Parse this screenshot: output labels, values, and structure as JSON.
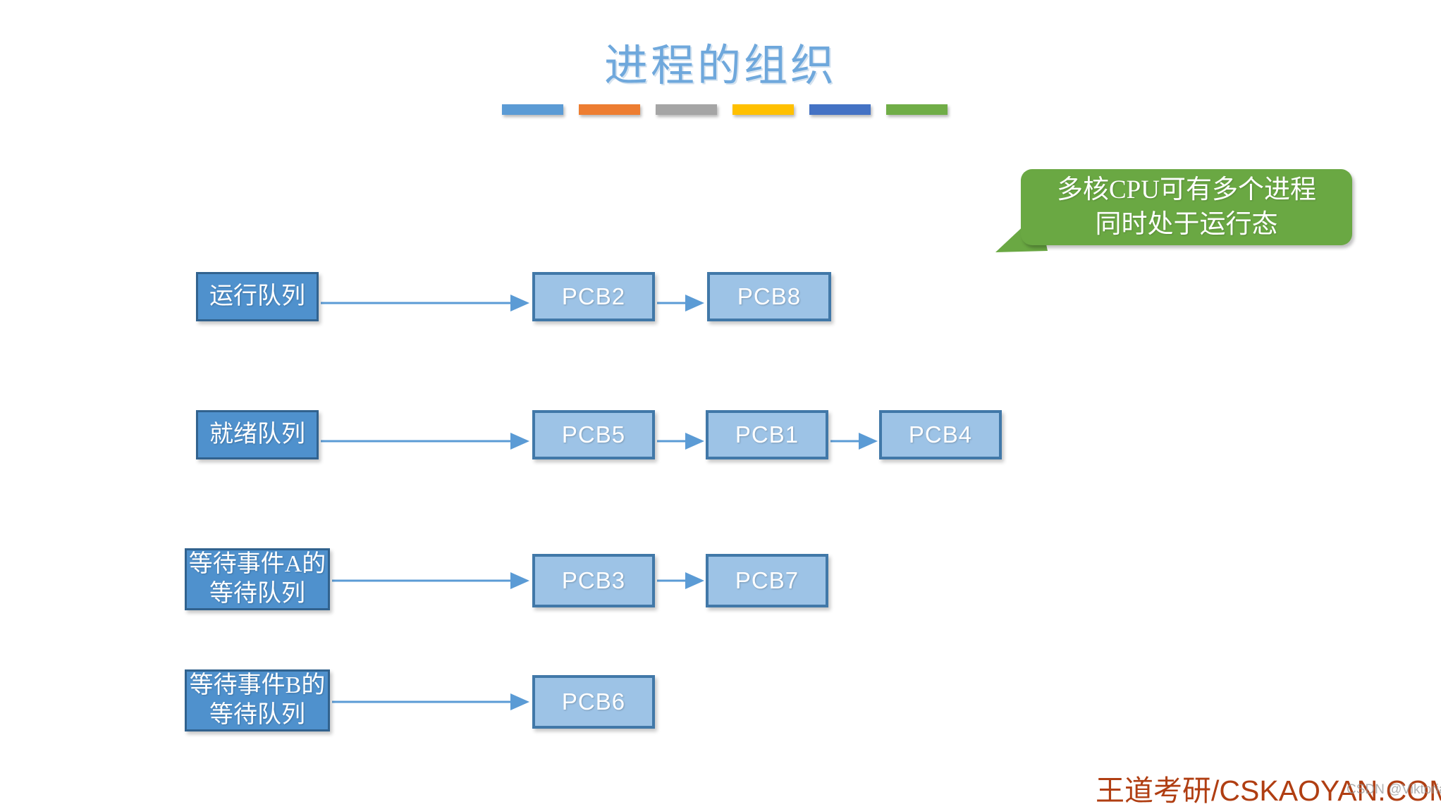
{
  "slide": {
    "title": "进程的组织",
    "title_color": "#6FA8DC",
    "background": "#ffffff"
  },
  "accent_bars": [
    {
      "name": "bar-blue",
      "color": "#5B9BD5"
    },
    {
      "name": "bar-orange",
      "color": "#ED7D31"
    },
    {
      "name": "bar-gray",
      "color": "#A5A5A5"
    },
    {
      "name": "bar-yellow",
      "color": "#FFC000"
    },
    {
      "name": "bar-navy",
      "color": "#4472C4"
    },
    {
      "name": "bar-green",
      "color": "#70AD47"
    }
  ],
  "callout": {
    "line1": "多核CPU可有多个进程",
    "line2": "同时处于运行态",
    "fill": "#6AA843",
    "text_color": "#ffffff"
  },
  "diagram": {
    "queue_fill": "#4F91CD",
    "queue_border": "#31628E",
    "pcb_fill": "#9DC3E6",
    "pcb_border": "#4178A8",
    "arrow_color": "#5B9BD5",
    "rows": [
      {
        "queue_label_line1": "运行队列",
        "queue_label_line2": "",
        "nodes": [
          "PCB2",
          "PCB8"
        ]
      },
      {
        "queue_label_line1": "就绪队列",
        "queue_label_line2": "",
        "nodes": [
          "PCB5",
          "PCB1",
          "PCB4"
        ]
      },
      {
        "queue_label_line1": "等待事件A的",
        "queue_label_line2": "等待队列",
        "nodes": [
          "PCB3",
          "PCB7"
        ]
      },
      {
        "queue_label_line1": "等待事件B的",
        "queue_label_line2": "等待队列",
        "nodes": [
          "PCB6"
        ]
      }
    ]
  },
  "watermark": {
    "text": "王道考研/CSKAOYAN.COM",
    "color": "#B03E12",
    "overlay": "CSDN @Viktoriae"
  }
}
